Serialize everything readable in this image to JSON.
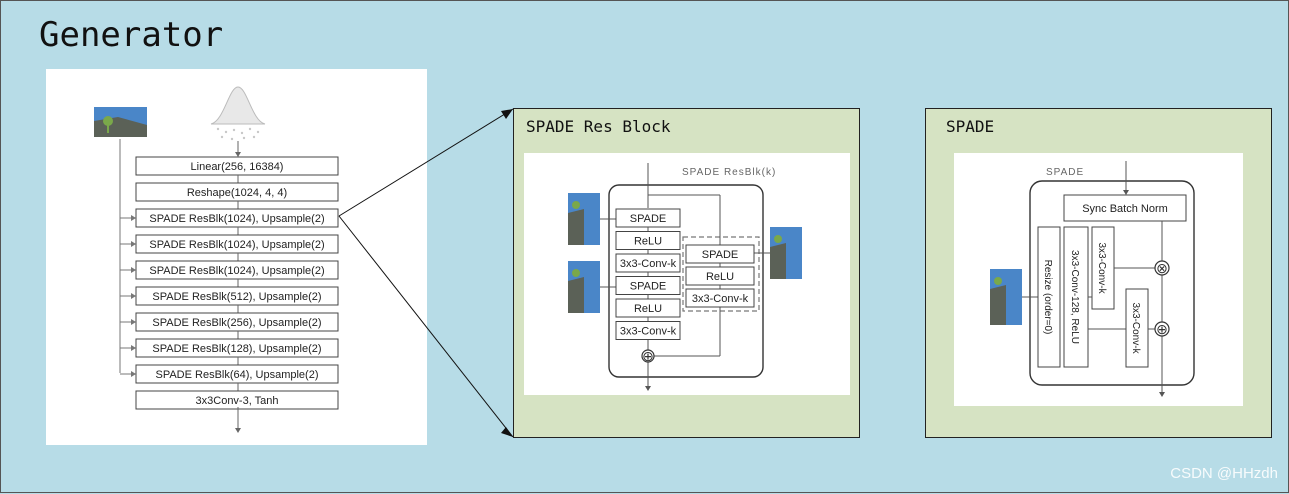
{
  "title": "Generator",
  "generator": {
    "layers": [
      "Linear(256, 16384)",
      "Reshape(1024, 4, 4)",
      "SPADE ResBlk(1024), Upsample(2)",
      "SPADE ResBlk(1024), Upsample(2)",
      "SPADE ResBlk(1024), Upsample(2)",
      "SPADE ResBlk(512), Upsample(2)",
      "SPADE ResBlk(256), Upsample(2)",
      "SPADE ResBlk(128), Upsample(2)",
      "SPADE ResBlk(64), Upsample(2)",
      "3x3Conv-3, Tanh"
    ]
  },
  "resblock": {
    "panel_title": "SPADE Res Block",
    "figure_title": "SPADE ResBlk(k)",
    "left_column": [
      "SPADE",
      "ReLU",
      "3x3-Conv-k",
      "SPADE",
      "ReLU",
      "3x3-Conv-k"
    ],
    "shortcut_column": [
      "SPADE",
      "ReLU",
      "3x3-Conv-k"
    ],
    "sum_symbol": "⊕"
  },
  "spade": {
    "panel_title": "SPADE",
    "figure_title": "SPADE",
    "sync_bn": "Sync Batch Norm",
    "resize": "Resize (order=0)",
    "conv128": "3x3-Conv-128, ReLU",
    "conv_k_gamma": "3x3-Conv-k",
    "conv_k_beta": "3x3-Conv-k",
    "mul_symbol": "⊗",
    "add_symbol": "⊕"
  },
  "watermark": "CSDN @HHzdh",
  "colors": {
    "background": "#b7dce7",
    "panel_green": "#d6e3c3",
    "segmap_blue": "#4a86c8",
    "segmap_green": "#7aa84a",
    "segmap_gray": "#5b6157"
  }
}
